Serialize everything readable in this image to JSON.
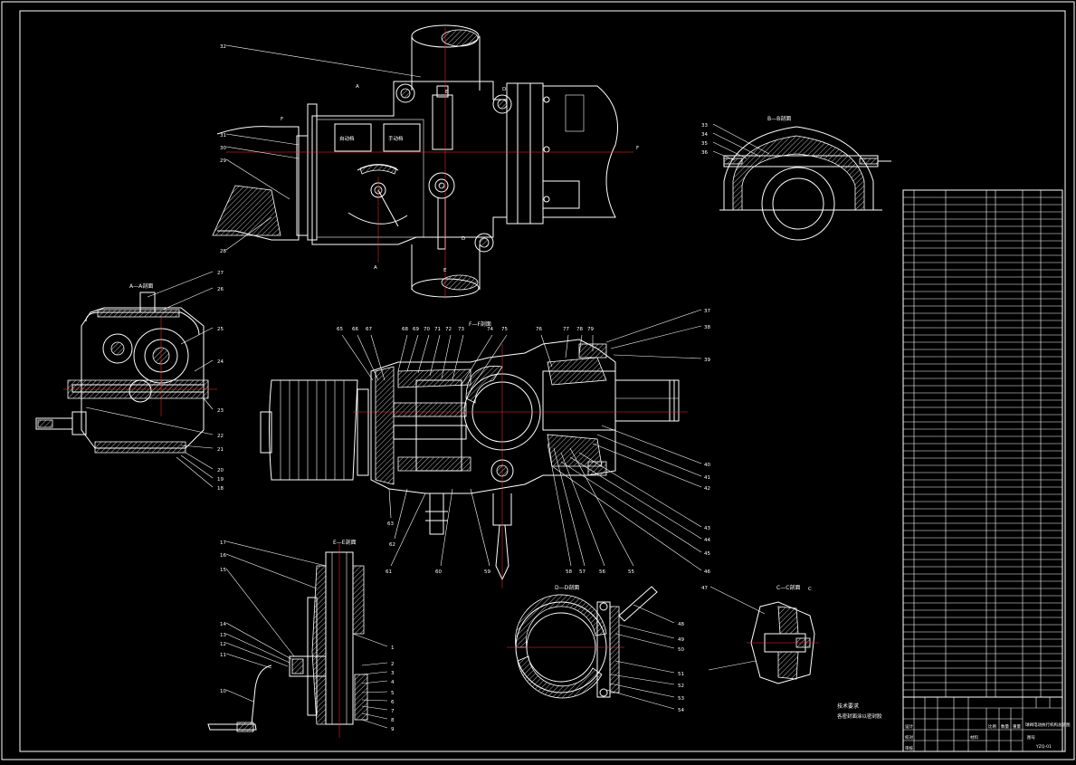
{
  "drawing": {
    "view_titles": {
      "a_a": "A—A剖面",
      "e_e": "E—E剖面",
      "f_f": "F—F剖面",
      "b_b": "B—B剖面",
      "c_view": "C—C剖面",
      "d_d": "D—D剖面"
    },
    "window_labels": [
      "自动档",
      "手动档"
    ],
    "section_letters": [
      "A",
      "A",
      "E",
      "E",
      "F",
      "F",
      "D",
      "D",
      "C"
    ],
    "balloons_top": [
      "32",
      "31",
      "30",
      "29",
      "28"
    ],
    "balloons_aa": [
      "27",
      "26",
      "25",
      "24",
      "23",
      "22",
      "21",
      "20",
      "19",
      "18"
    ],
    "balloons_ee": [
      "17",
      "16",
      "15",
      "14",
      "13",
      "12",
      "11",
      "10",
      "1",
      "2",
      "3",
      "4",
      "5",
      "6",
      "7",
      "8",
      "9"
    ],
    "balloons_ff_top": [
      "65",
      "66",
      "67",
      "68",
      "69",
      "70",
      "71",
      "72",
      "73",
      "74",
      "75",
      "76",
      "77",
      "78",
      "79"
    ],
    "balloons_ff_right": [
      "37",
      "38",
      "39",
      "40",
      "41",
      "42",
      "43",
      "44",
      "45",
      "46"
    ],
    "balloons_ff_bottom": [
      "63",
      "62",
      "61",
      "60",
      "59",
      "58",
      "57",
      "56",
      "55"
    ],
    "balloons_bb": [
      "33",
      "34",
      "35",
      "36"
    ],
    "balloons_dd": [
      "48",
      "49",
      "50",
      "51",
      "52",
      "53",
      "54"
    ],
    "balloons_c": [
      "47"
    ],
    "tech_requirements": {
      "title": "技术要求",
      "line1": "各密封面涂以密封胶"
    },
    "title_block": {
      "drawing_title": "球阀电动执行机构总装图",
      "cells": [
        "设计",
        "校对",
        "审核",
        "比例",
        "数量",
        "重量",
        "材料",
        "图号"
      ],
      "code": "YZQ-01"
    }
  }
}
